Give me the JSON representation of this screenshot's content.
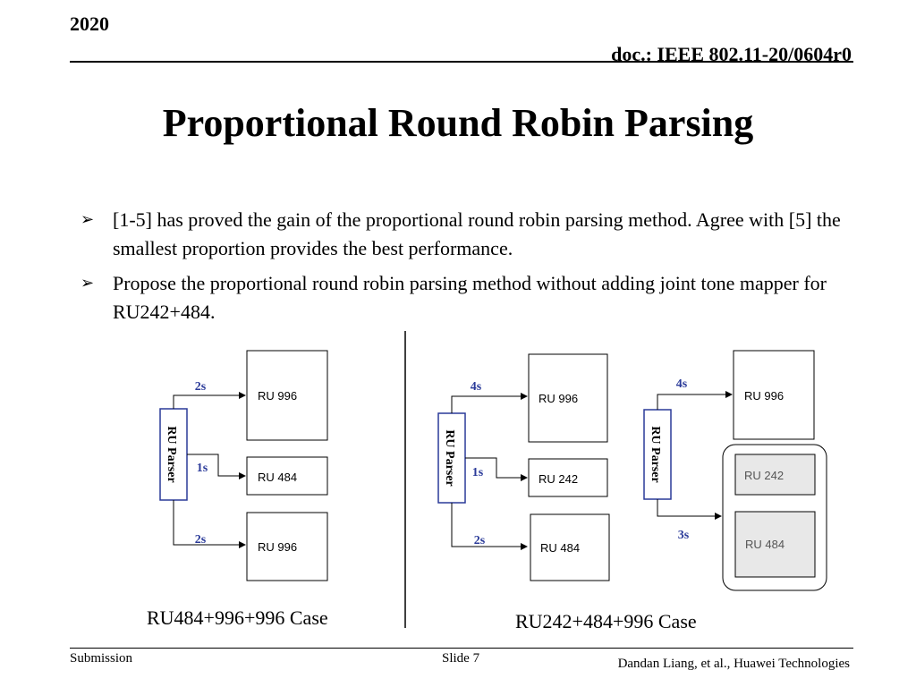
{
  "header": {
    "year": "2020",
    "doc": "doc.: IEEE 802.11-20/0604r0"
  },
  "title": "Proportional Round Robin Parsing",
  "bullets": [
    "[1-5] has proved the gain of the proportional round robin parsing method. Agree with [5] the smallest proportion provides the best performance.",
    "Propose the proportional round robin parsing method without adding joint tone mapper for RU242+484."
  ],
  "diagrams": {
    "left": {
      "parser_label": "RU Parser",
      "ru_top": "RU 996",
      "ru_mid": "RU 484",
      "ru_bot": "RU 996",
      "lbl_top": "2s",
      "lbl_mid": "1s",
      "lbl_bot": "2s",
      "caption": "RU484+996+996 Case"
    },
    "right_a": {
      "parser_label": "RU Parser",
      "ru_top": "RU 996",
      "ru_mid": "RU 242",
      "ru_bot": "RU 484",
      "lbl_top": "4s",
      "lbl_mid": "1s",
      "lbl_bot": "2s"
    },
    "right_b": {
      "parser_label": "RU Parser",
      "ru_top": "RU 996",
      "ru_mid": "RU 242",
      "ru_bot": "RU 484",
      "lbl_top": "4s",
      "lbl_bot": "3s"
    },
    "right_caption": "RU242+484+996 Case"
  },
  "footer": {
    "submission": "Submission",
    "slide": "Slide 7",
    "authors": "Dandan Liang, et al., Huawei Technologies"
  },
  "colors": {
    "label_blue": "#2a3a99",
    "group_fill": "#e8e8e8"
  }
}
